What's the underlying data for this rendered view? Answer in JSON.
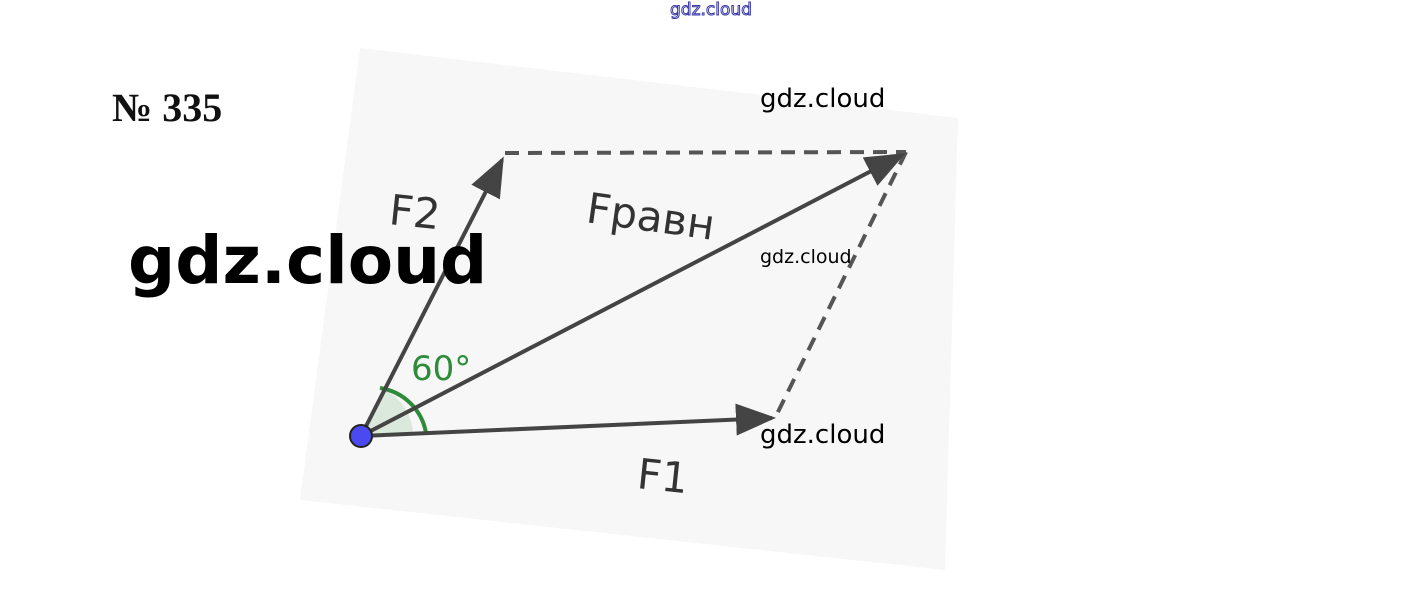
{
  "header": {
    "watermark_top": "gdz.cloud",
    "problem_number": "№ 335"
  },
  "watermarks": [
    "gdz.cloud",
    "gdz.cloud",
    "gdz.cloud",
    "gdz.cloud"
  ],
  "diagram": {
    "vectors": [
      {
        "label": "F1"
      },
      {
        "label": "F2"
      },
      {
        "label": "Fравн"
      }
    ],
    "angle_label": "60°",
    "colors": {
      "vector": "#444444",
      "angle": "#2e8b3a",
      "origin_point": "#4a4af0"
    }
  }
}
